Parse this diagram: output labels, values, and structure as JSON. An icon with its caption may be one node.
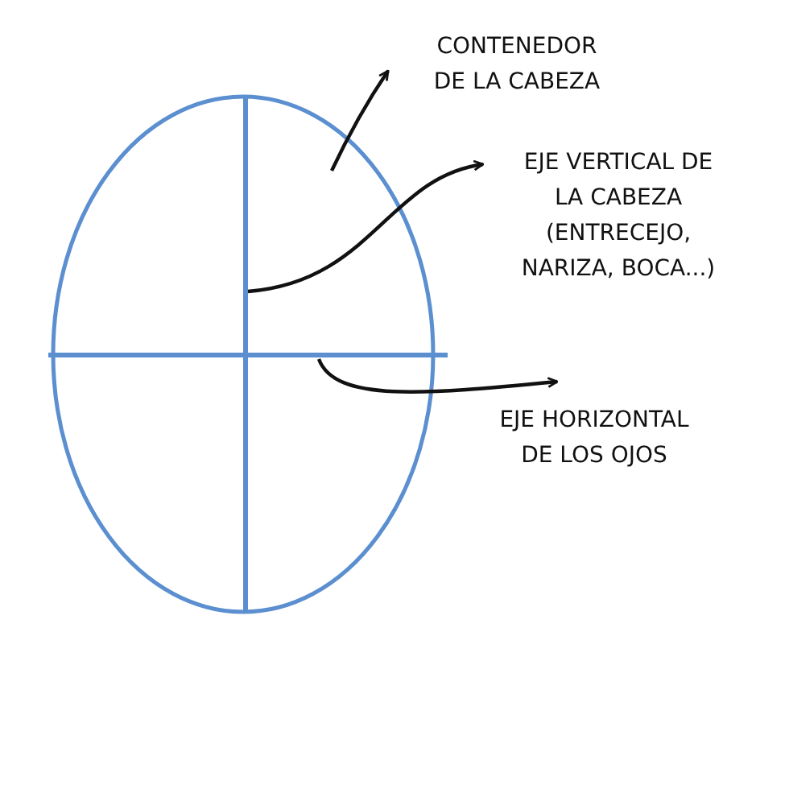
{
  "diagram": {
    "nodes": [
      {
        "text": [],
        "shape": "ellipse"
      },
      {
        "text": [],
        "shape": "line",
        "in": 0
      },
      {
        "text": [],
        "shape": "line",
        "in": 0
      },
      {
        "text": [
          "CONTENEDOR DE LA CABEZA"
        ]
      },
      {
        "text": [
          "EJE VERTICAL DE LA CABEZA (ENTRECEJO, NARIZA, BOCA...)"
        ]
      },
      {
        "text": [
          "EJE HORIZONTAL DE LOS OJOS"
        ]
      }
    ],
    "edges": [
      {
        "from": 0,
        "to": 3,
        "arrow": "to"
      },
      {
        "from": 1,
        "to": 4,
        "arrow": "to"
      },
      {
        "from": 2,
        "to": 5,
        "arrow": "to"
      }
    ]
  }
}
